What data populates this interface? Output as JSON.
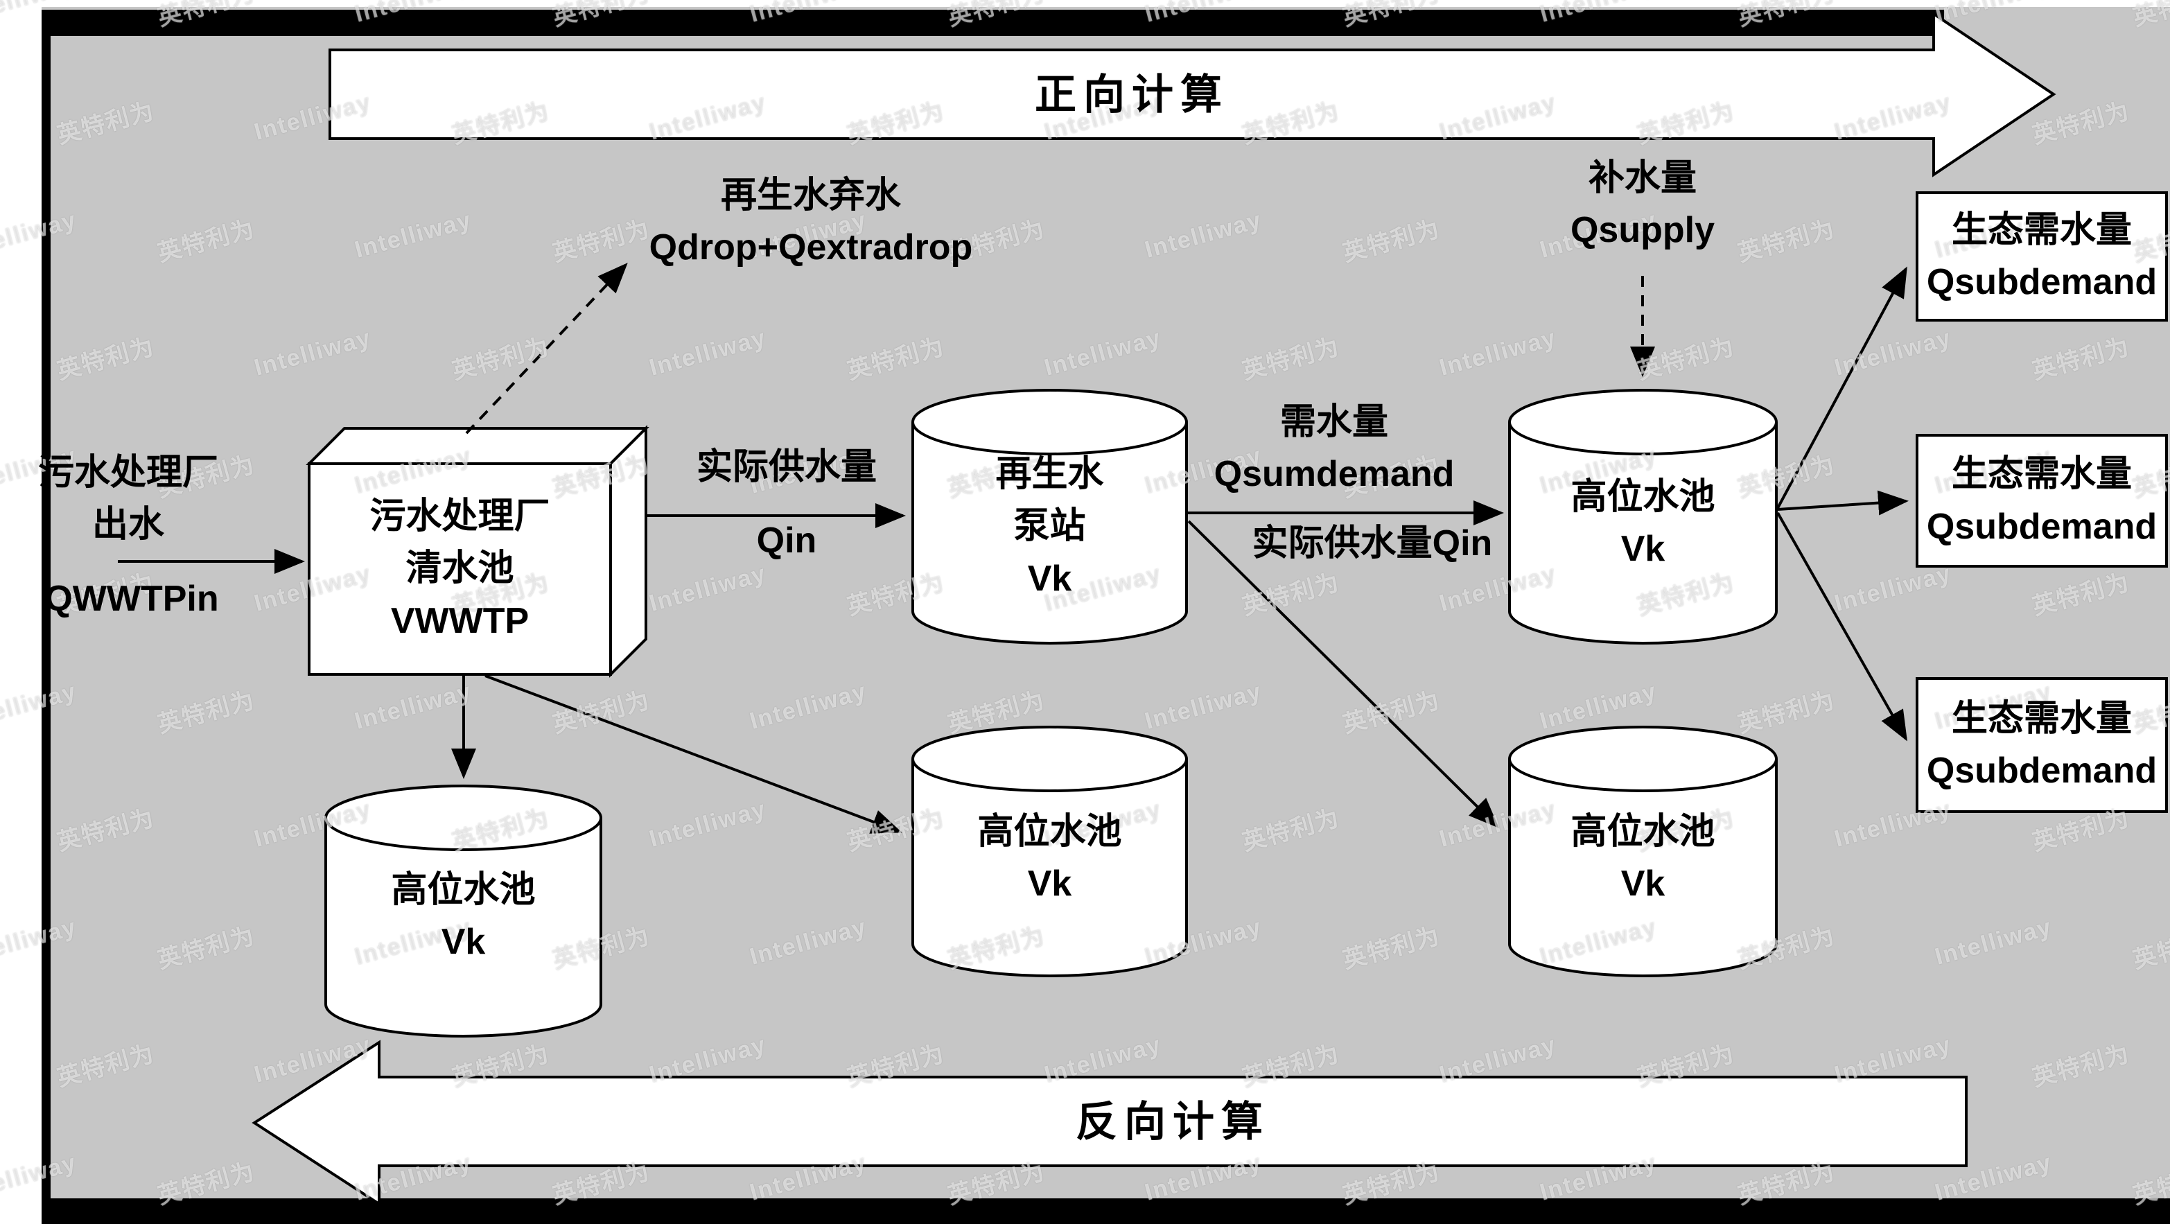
{
  "watermark": {
    "latin": "Intelliway",
    "cjk": "英特利为"
  },
  "banners": {
    "forward": "正向计算",
    "backward": "反向计算"
  },
  "influent": {
    "line1": "污水处理厂",
    "line2": "出水",
    "code": "QWWTPin"
  },
  "wwtp": {
    "line1": "污水处理厂",
    "line2": "清水池",
    "code": "VWWTP"
  },
  "drop": {
    "line1": "再生水弃水",
    "line2": "Qdrop+Qextradrop"
  },
  "edge_qin": {
    "above": "实际供水量",
    "below": "Qin"
  },
  "edge_demand": {
    "line1": "需水量",
    "line2": "Qsumdemand",
    "below": "实际供水量Qin"
  },
  "supply": {
    "line1": "补水量",
    "line2": "Qsupply"
  },
  "pump": {
    "line1": "再生水",
    "line2": "泵站",
    "code": "Vk"
  },
  "tank_top": {
    "name": "高位水池",
    "code": "Vk"
  },
  "tank_left": {
    "name": "高位水池",
    "code": "Vk"
  },
  "tank_mid": {
    "name": "高位水池",
    "code": "Vk"
  },
  "tank_right": {
    "name": "高位水池",
    "code": "Vk"
  },
  "eco1": {
    "line1": "生态需水量",
    "line2": "Qsubdemand"
  },
  "eco2": {
    "line1": "生态需水量",
    "line2": "Qsubdemand"
  },
  "eco3": {
    "line1": "生态需水量",
    "line2": "Qsubdemand"
  },
  "colors": {
    "background": "#c6c6c6",
    "shape_fill": "#ffffff",
    "stroke": "#000000"
  }
}
